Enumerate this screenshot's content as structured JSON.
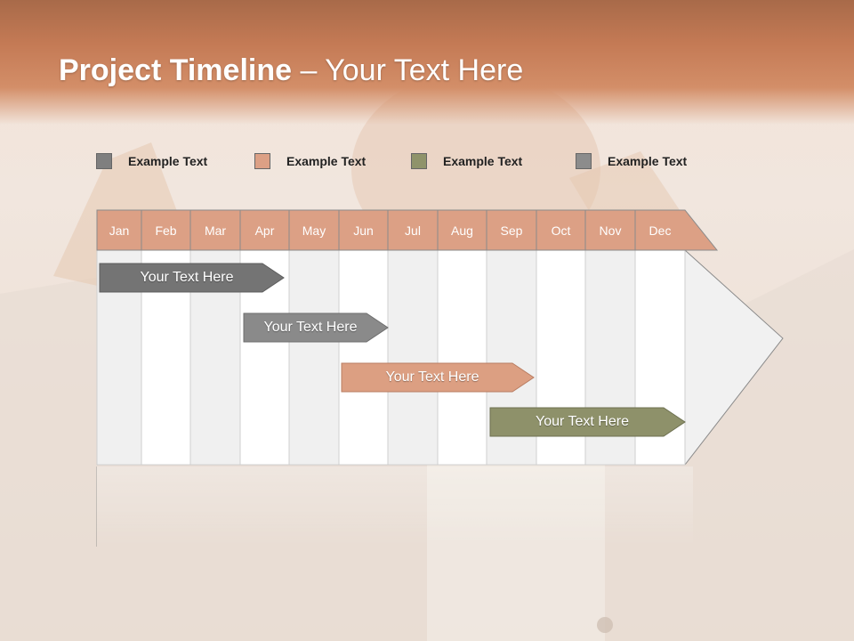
{
  "title": {
    "bold": "Project Timeline",
    "separator": " – ",
    "rest": "Your Text Here"
  },
  "legend": [
    {
      "label": "Example Text",
      "color": "#7f7f7f"
    },
    {
      "label": "Example Text",
      "color": "#dca085"
    },
    {
      "label": "Example Text",
      "color": "#8f936a"
    },
    {
      "label": "Example Text",
      "color": "#8c8c8c"
    }
  ],
  "months": [
    "Jan",
    "Feb",
    "Mar",
    "Apr",
    "May",
    "Jun",
    "Jul",
    "Aug",
    "Sep",
    "Oct",
    "Nov",
    "Dec"
  ],
  "tasks": [
    {
      "label": "Your  Text Here",
      "color": "#747474"
    },
    {
      "label": "Your  Text Here",
      "color": "#8a8a8a"
    },
    {
      "label": "Your  Text Here",
      "color": "#dc9f82"
    },
    {
      "label": "Your  Text Here",
      "color": "#8e916a"
    }
  ],
  "colors": {
    "header": "#dca085",
    "banner": "#c47a55"
  }
}
